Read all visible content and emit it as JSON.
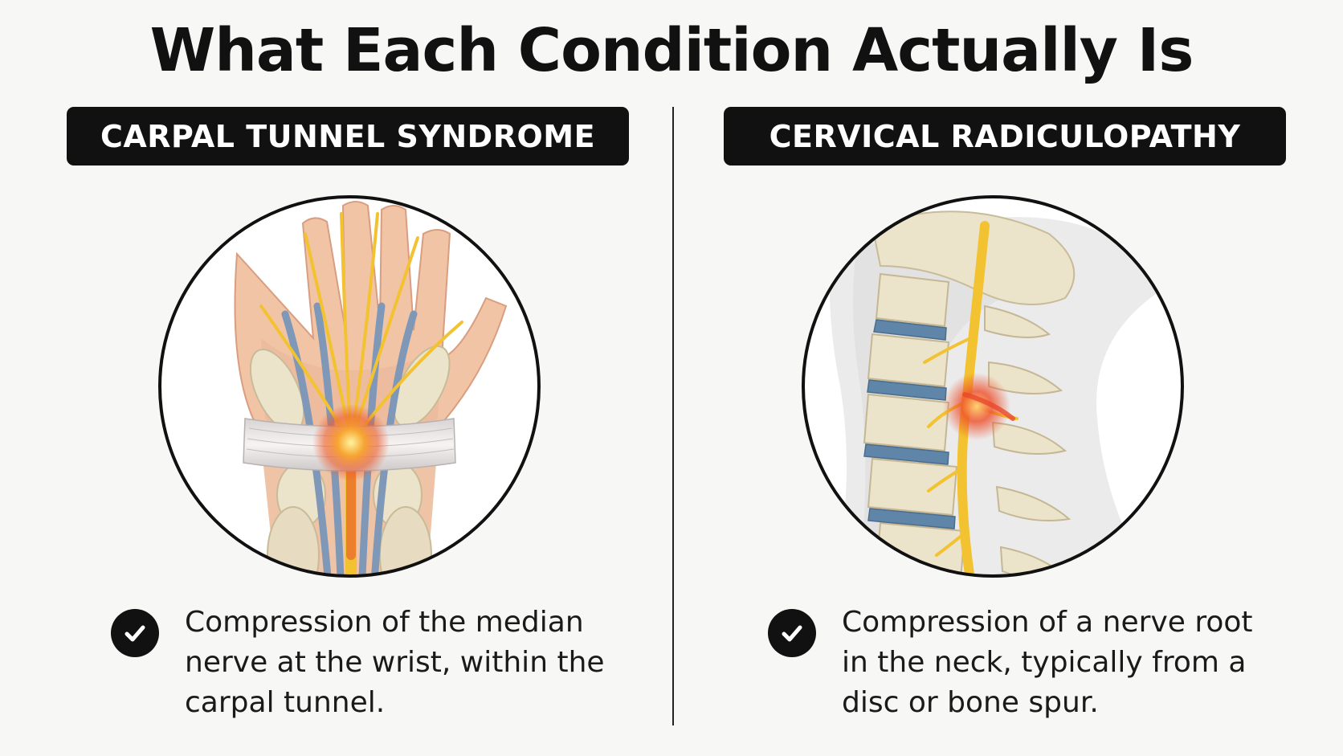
{
  "title": "What Each Condition Actually Is",
  "colors": {
    "bar": "#111111",
    "nerve": "#f2c230",
    "inflammation": "#e8482a",
    "disc": "#5f86a8",
    "skin": "#f1c3a4",
    "bone": "#ece3cb"
  },
  "conditions": [
    {
      "label": "CARPAL TUNNEL SYNDROME",
      "illustration_icon": "wrist-nerve-illustration",
      "description": "Compression of the median nerve at the wrist, within the carpal tunnel.",
      "status_icon": "checkmark-icon"
    },
    {
      "label": "CERVICAL RADICULOPATHY",
      "illustration_icon": "cervical-spine-illustration",
      "description": "Compression of a nerve root in the neck, typically from a disc or bone spur.",
      "status_icon": "checkmark-icon"
    }
  ]
}
